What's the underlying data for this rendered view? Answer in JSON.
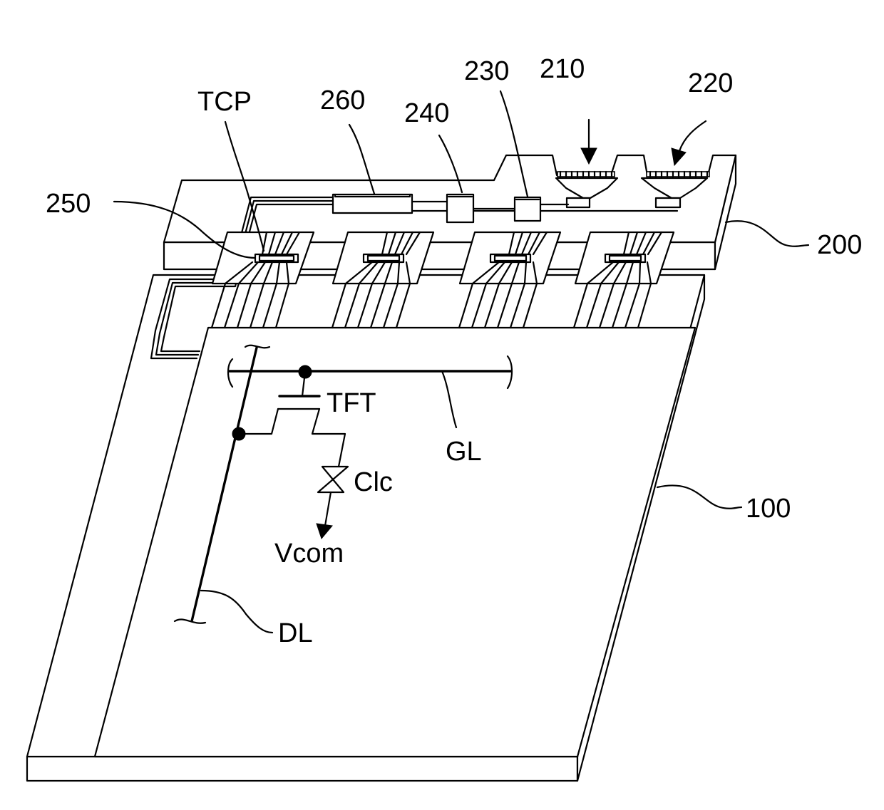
{
  "figure": {
    "labels": {
      "tcp": "TCP",
      "ref_260": "260",
      "ref_240": "240",
      "ref_230": "230",
      "ref_210": "210",
      "ref_220": "220",
      "ref_250": "250",
      "ref_200": "200",
      "ref_100": "100",
      "tft": "TFT",
      "gl": "GL",
      "clc": "Clc",
      "vcom": "Vcom",
      "dl": "DL"
    },
    "tcp_count": 4,
    "fanout_lines_per_tcp": 6
  },
  "colors": {
    "line": "#000000",
    "background": "#ffffff"
  }
}
